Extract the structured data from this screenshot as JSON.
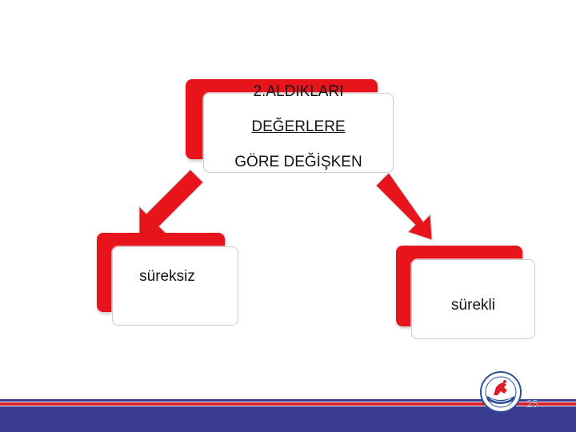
{
  "diagram": {
    "root": {
      "line1": "2.ALDIKLARI",
      "line2": "DEĞERLERE",
      "line3": "GÖRE DEĞİŞKEN"
    },
    "left_child": {
      "label": "süreksiz"
    },
    "right_child": {
      "label": "sürekli"
    }
  },
  "footer": {
    "page_number": "25",
    "logo": "university-seal-logo"
  },
  "colors": {
    "accent_red": "#e8141b",
    "footer_blue": "#3a3c8f",
    "footer_red": "#d9202a"
  }
}
